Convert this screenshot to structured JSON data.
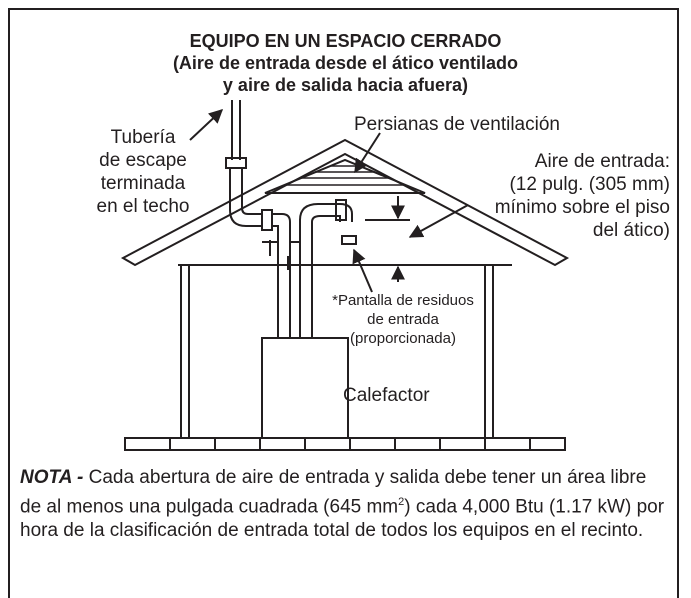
{
  "title": {
    "line1": "EQUIPO EN UN ESPACIO CERRADO",
    "line2": "(Aire de entrada desde el ático ventilado",
    "line3": "y aire de salida hacia afuera)"
  },
  "labels": {
    "exhaust": [
      "Tubería",
      "de escape",
      "terminada",
      "en el techo"
    ],
    "louvers": "Persianas de ventilación",
    "intake_air": [
      "Aire de entrada:",
      "(12 pulg. (305 mm)",
      "mínimo sobre el piso",
      "del ático)"
    ],
    "screen": [
      "*Pantalla de residuos",
      "de entrada",
      "(proporcionada)"
    ],
    "furnace": "Calefactor"
  },
  "note": {
    "prefix": "NOTA -",
    "text_1": " Cada abertura de aire de entrada y salida debe tener un área libre de al menos una pulgada cuadrada (645 mm",
    "sup": "2",
    "text_2": ") cada 4,000 Btu (1.17 kW) por hora de la clasificación de entrada total de todos los equipos en el recinto."
  },
  "colors": {
    "ink": "#231f20",
    "background": "#ffffff"
  }
}
